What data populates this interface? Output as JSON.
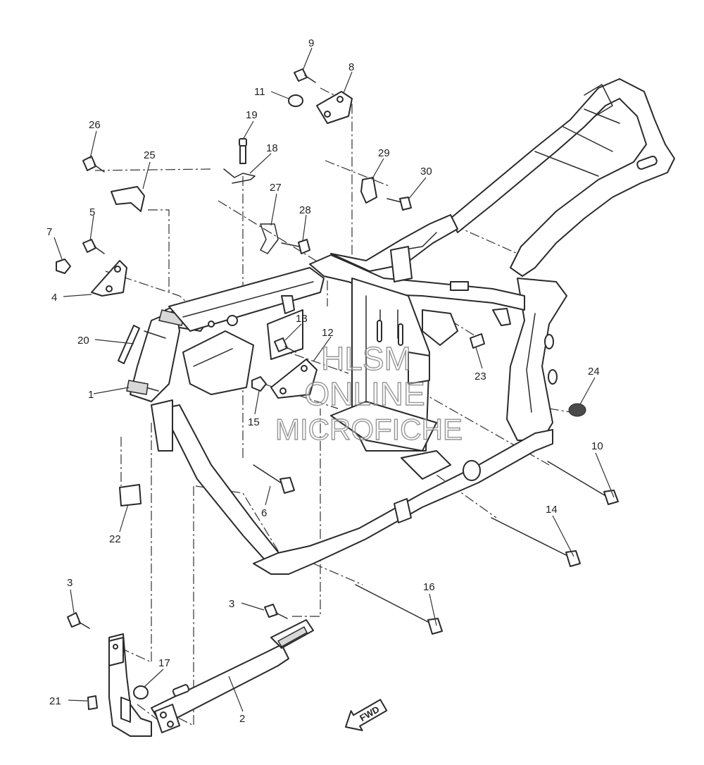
{
  "diagram": {
    "callouts": [
      "1",
      "2",
      "3",
      "3",
      "4",
      "5",
      "6",
      "7",
      "8",
      "9",
      "10",
      "11",
      "12",
      "13",
      "14",
      "15",
      "16",
      "17",
      "18",
      "19",
      "20",
      "21",
      "22",
      "23",
      "24",
      "25",
      "26",
      "27",
      "28",
      "29",
      "30"
    ],
    "direction_label": "FWD",
    "watermark": {
      "line1": "HLSM",
      "line2": "ONLINE",
      "line3": "MICROFICHE"
    }
  }
}
